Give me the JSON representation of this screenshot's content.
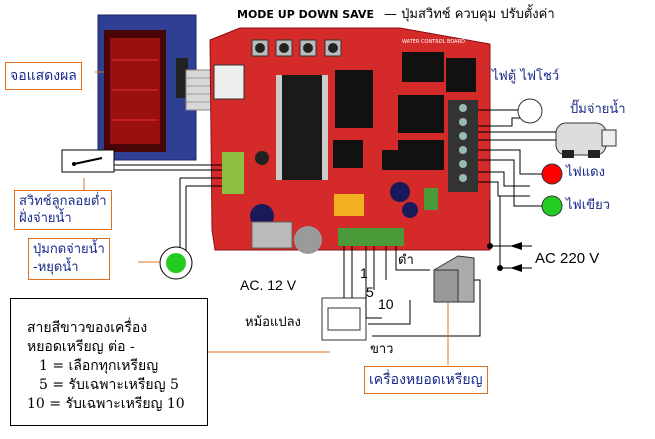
{
  "buttons_title": "MODE UP DOWN SAVE",
  "buttons_desc": "— ปุ่มสวิทช์ ควบคุม ปรับตั้งค่า",
  "board_title": "WATER CONTROL BOARD",
  "labels": {
    "display": "จอแสดงผล",
    "float_switch_line1": "สวิทช์ลูกลอยต่ำ",
    "float_switch_line2": "ฝั่งจ่ายน้ำ",
    "push_button_line1": "ปุ่มกดจ่ายน้ำ",
    "push_button_line2": "-หยุดน้ำ",
    "show_light": "ไฟตู้ ไฟโชว์",
    "pump": "ปั๊มจ่ายน้ำ",
    "red_light": "ไฟแดง",
    "green_light": "ไฟเขียว",
    "ac220": "AC 220 V",
    "ac12": "AC. 12 V",
    "black": "ดำ",
    "transformer": "หม้อแปลง",
    "white": "ขาว",
    "coin_acceptor": "เครื่องหยอดเหรียญ",
    "wire1": "1",
    "wire5": "5",
    "wire10": "10"
  },
  "note": {
    "line1": "สายสีขาวของเครื่อง",
    "line2": "หยอดเหรียญ ต่อ -",
    "line3": "1 = เลือกทุกเหรียญ",
    "line4": "5 = รับเฉพาะเหรียญ 5",
    "line5": "10 = รับเฉพาะเหรียญ 10"
  },
  "colors": {
    "board": "#d42a2a",
    "label_border": "#e07020",
    "label_text": "#1a2a8a",
    "led_red": "#ff0000",
    "led_green": "#22cc22"
  }
}
